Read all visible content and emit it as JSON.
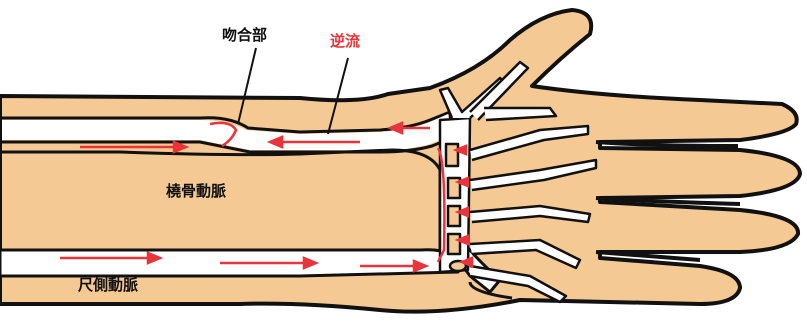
{
  "labels": {
    "anastomosis": "吻合部",
    "retrograde": "逆流",
    "radial_artery": "橈骨動脈",
    "ulnar_artery": "尺側動脈"
  },
  "colors": {
    "skin": "#F5C994",
    "outline": "#111111",
    "vessel": "#FFFFFF",
    "flow": "#E8343A",
    "label_text": "#111111",
    "label_alert": "#E8343A"
  }
}
